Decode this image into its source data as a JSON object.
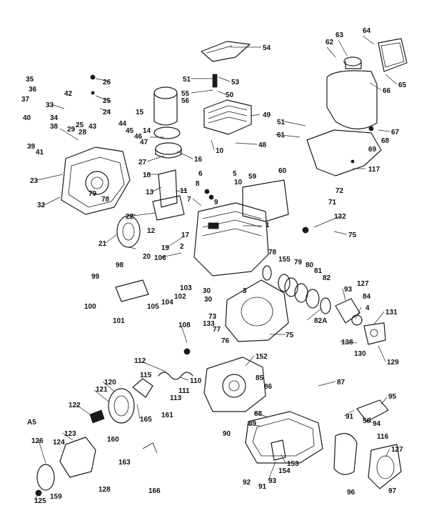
{
  "labels": [
    "54",
    "64",
    "63",
    "62",
    "65",
    "66",
    "51",
    "53",
    "55",
    "50",
    "56",
    "49",
    "26",
    "25",
    "24",
    "35",
    "36",
    "37",
    "33",
    "34",
    "38",
    "42",
    "29",
    "39",
    "40",
    "41",
    "28",
    "25",
    "43",
    "44",
    "45",
    "46",
    "47",
    "15",
    "14",
    "16",
    "48",
    "51",
    "61",
    "67",
    "68",
    "69",
    "23",
    "27",
    "18",
    "13",
    "32",
    "79",
    "78",
    "11",
    "10",
    "6",
    "5",
    "10",
    "59",
    "60",
    "117",
    "72",
    "71",
    "22",
    "12",
    "17",
    "21",
    "19",
    "20",
    "7",
    "8",
    "9",
    "1",
    "132",
    "75",
    "106",
    "2",
    "30",
    "78",
    "155",
    "79",
    "80",
    "81",
    "82",
    "99",
    "98",
    "3",
    "100",
    "101",
    "105",
    "104",
    "102",
    "103",
    "30",
    "73",
    "133",
    "77",
    "76",
    "75",
    "82A",
    "93",
    "127",
    "84",
    "4",
    "131",
    "138",
    "130",
    "129",
    "108",
    "112",
    "152",
    "110",
    "111",
    "113",
    "115",
    "120",
    "121",
    "87",
    "85",
    "86",
    "122",
    "165",
    "161",
    "A5",
    "88",
    "89",
    "90",
    "91",
    "56",
    "95",
    "94",
    "116",
    "126",
    "124",
    "123",
    "160",
    "163",
    "153",
    "154",
    "93",
    "127",
    "92",
    "91",
    "128",
    "166",
    "96",
    "97",
    "125",
    "159"
  ]
}
